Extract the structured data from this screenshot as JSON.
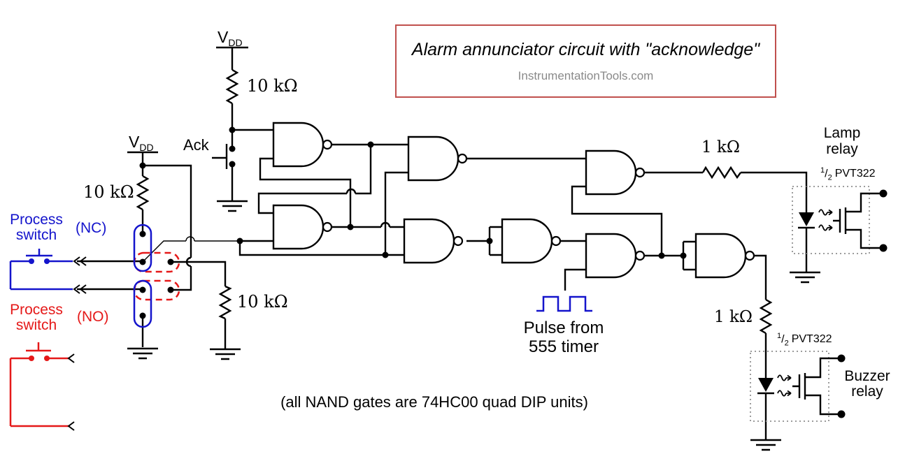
{
  "colors": {
    "wire": "#000000",
    "blue": "#1414cc",
    "red": "#e51919",
    "title_border": "#c0504d",
    "watermark": "#8a8a8a",
    "dotted_box": "#9c9c9c"
  },
  "title_box": {
    "title": "Alarm annunciator circuit with \"acknowledge\"",
    "watermark": "InstrumentationTools.com"
  },
  "power": {
    "vdd_top": {
      "v": "V",
      "sub": "DD"
    },
    "vdd_left": {
      "v": "V",
      "sub": "DD"
    }
  },
  "resistors": {
    "ack_pullup": "10 kΩ",
    "switch_pullup": "10 kΩ",
    "switch_pulldown": "10 kΩ",
    "lamp_series": "1 kΩ",
    "buzzer_series": "1 kΩ"
  },
  "switches": {
    "ack": "Ack",
    "nc": {
      "line1": "Process",
      "line2": "switch",
      "type": "(NC)"
    },
    "no": {
      "line1": "Process",
      "line2": "switch",
      "type": "(NO)"
    }
  },
  "pulse": {
    "line1": "Pulse from",
    "line2": "555 timer"
  },
  "note": "(all NAND gates are 74HC00 quad DIP units)",
  "relays": {
    "lamp": {
      "line1": "Lamp",
      "line2": "relay",
      "part": {
        "num": "1",
        "slash": "/",
        "den": "2",
        "chip": "PVT322"
      }
    },
    "buzzer": {
      "line1": "Buzzer",
      "line2": "relay",
      "part": {
        "num": "1",
        "slash": "/",
        "den": "2",
        "chip": "PVT322"
      }
    }
  }
}
